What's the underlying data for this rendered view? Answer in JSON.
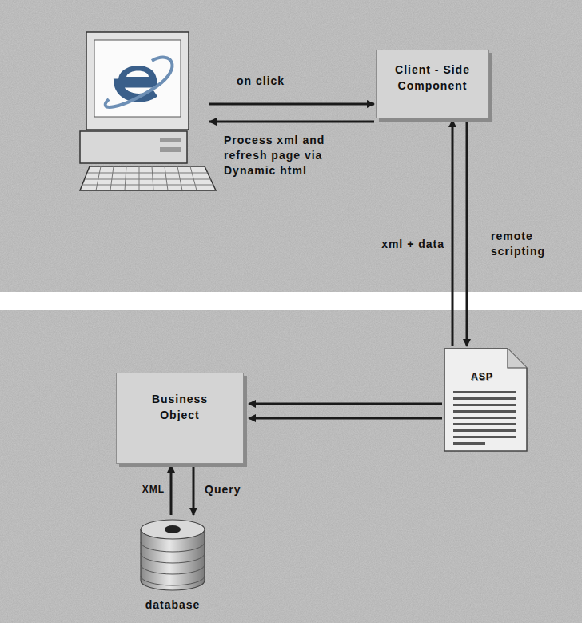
{
  "diagram": {
    "nodes": [
      {
        "text": [
          "Client - Side Component"
        ]
      },
      {
        "text": [
          "ASP"
        ]
      },
      {
        "text": [
          "Business Object"
        ]
      },
      {
        "text": [
          "database"
        ]
      }
    ],
    "edges": [
      {
        "from": 0,
        "to": 1,
        "arrow": "to",
        "label": "remote scripting"
      },
      {
        "from": 1,
        "to": 0,
        "arrow": "to",
        "label": "xml + data"
      },
      {
        "from": 1,
        "to": 2,
        "arrow": "to"
      },
      {
        "from": 1,
        "to": 2,
        "arrow": "to"
      },
      {
        "from": 2,
        "to": 3,
        "arrow": "to",
        "label": "Query"
      },
      {
        "from": 3,
        "to": 2,
        "arrow": "to",
        "label": "XML"
      }
    ],
    "labels": [
      "on click",
      "Process xml and refresh page via Dynamic html"
    ]
  }
}
